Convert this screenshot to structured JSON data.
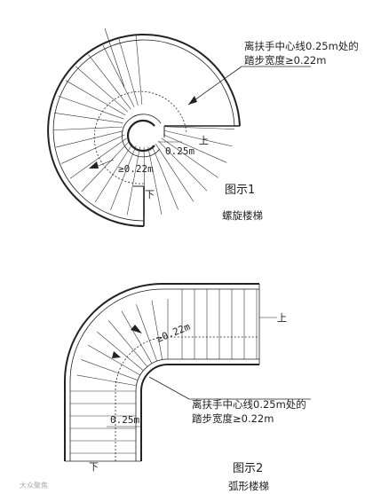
{
  "figure1": {
    "caption": "图示1",
    "subtitle": "螺旋楼梯",
    "note_line1": "离扶手中心线0.25m处的",
    "note_line2": "踏步宽度≥0.22m",
    "dim_inner": "0.25m",
    "dim_width": "≥0.22m",
    "label_up": "上",
    "label_down": "下"
  },
  "figure2": {
    "caption": "图示2",
    "subtitle": "弧形楼梯",
    "note_line1": "离扶手中心线0.25m处的",
    "note_line2": "踏步宽度≥0.22m",
    "dim_width": "≥0.22m",
    "dim_inner": "0.25m",
    "label_up": "上",
    "label_down": "下"
  },
  "watermark": "大众聚焦"
}
